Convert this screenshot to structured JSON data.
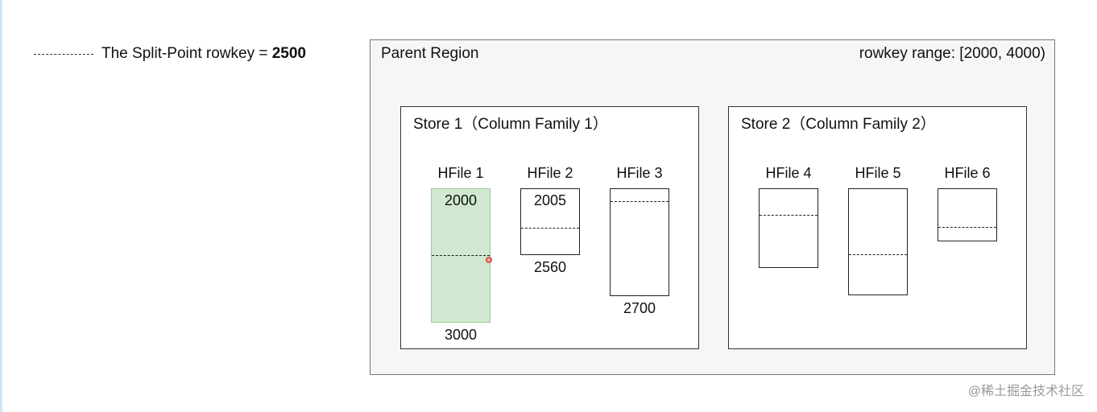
{
  "legend": {
    "text": "The Split-Point rowkey = ",
    "value": "2500"
  },
  "region": {
    "title": "Parent Region",
    "range": "rowkey range: [2000, 4000)"
  },
  "stores": [
    {
      "title": "Store 1（Column Family 1）",
      "hfiles": [
        {
          "label": "HFile 1",
          "top": "2000",
          "bottom": "3000",
          "highlight": true
        },
        {
          "label": "HFile 2",
          "top": "2005",
          "bottom": "2560"
        },
        {
          "label": "HFile 3",
          "top": "",
          "bottom": "2700"
        }
      ]
    },
    {
      "title": "Store 2（Column Family 2）",
      "hfiles": [
        {
          "label": "HFile 4"
        },
        {
          "label": "HFile 5"
        },
        {
          "label": "HFile 6"
        }
      ]
    }
  ],
  "watermark": "@稀土掘金技术社区",
  "colors": {
    "highlight_fill": "#cfe8cf",
    "region_bg": "#f6f6f6",
    "cursor": "#e24b4b"
  }
}
